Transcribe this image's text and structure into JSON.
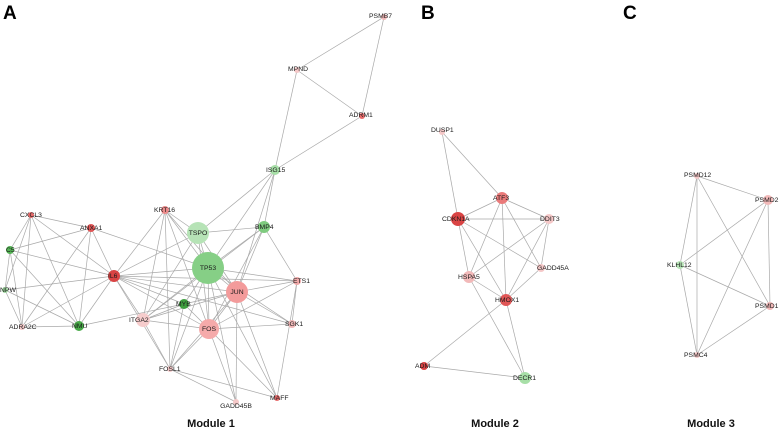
{
  "panels": [
    {
      "letter": "A",
      "module_label": "Module 1",
      "nodes": [
        {
          "id": "PSMB7",
          "label": "PSMB7",
          "color": "#f2b9b9"
        },
        {
          "id": "MPND",
          "label": "MPND",
          "color": "#f5c8c8"
        },
        {
          "id": "ADRM1",
          "label": "ADRM1",
          "color": "#e86a6a"
        },
        {
          "id": "ISG15",
          "label": "ISG15",
          "color": "#a7dfa7"
        },
        {
          "id": "CXCL3",
          "label": "CXCL3",
          "color": "#e86a6a"
        },
        {
          "id": "KRT16",
          "label": "KRT16",
          "color": "#ec8a8a"
        },
        {
          "id": "ANXA1",
          "label": "ANXA1",
          "color": "#e05656"
        },
        {
          "id": "C5",
          "label": "C5",
          "color": "#55b455"
        },
        {
          "id": "TSPO",
          "label": "TSPO",
          "color": "#b6e3b6"
        },
        {
          "id": "BMP4",
          "label": "BMP4",
          "color": "#7fcb7f"
        },
        {
          "id": "TP53",
          "label": "TP53",
          "color": "#86cf86"
        },
        {
          "id": "IL6",
          "label": "IL6",
          "color": "#d94444"
        },
        {
          "id": "ETS1",
          "label": "ETS1",
          "color": "#f0a9a9"
        },
        {
          "id": "NPW",
          "label": "NPW",
          "color": "#9fd89f"
        },
        {
          "id": "JUN",
          "label": "JUN",
          "color": "#f39b9b"
        },
        {
          "id": "MYB",
          "label": "MYB",
          "color": "#3e9e3e"
        },
        {
          "id": "ADRA2C",
          "label": "ADRA2C",
          "color": "#f5c8c8"
        },
        {
          "id": "NMU",
          "label": "NMU",
          "color": "#47a947"
        },
        {
          "id": "ITGA2",
          "label": "ITGA2",
          "color": "#f6cccc"
        },
        {
          "id": "SGK1",
          "label": "SGK1",
          "color": "#f2b9b9"
        },
        {
          "id": "FOS",
          "label": "FOS",
          "color": "#f5aaaa"
        },
        {
          "id": "FOSL1",
          "label": "FOSL1",
          "color": "#f5c8c8"
        },
        {
          "id": "GADD45B",
          "label": "GADD45B",
          "color": "#f5c8c8"
        },
        {
          "id": "MAFF",
          "label": "MAFF",
          "color": "#e86a6a"
        }
      ],
      "edges": [
        [
          "PSMB7",
          "MPND"
        ],
        [
          "PSMB7",
          "ADRM1"
        ],
        [
          "MPND",
          "ADRM1"
        ],
        [
          "MPND",
          "ISG15"
        ],
        [
          "ADRM1",
          "ISG15"
        ],
        [
          "ISG15",
          "TSPO"
        ],
        [
          "ISG15",
          "TP53"
        ],
        [
          "ISG15",
          "BMP4"
        ],
        [
          "ISG15",
          "JUN"
        ],
        [
          "CXCL3",
          "ANXA1"
        ],
        [
          "CXCL3",
          "C5"
        ],
        [
          "CXCL3",
          "IL6"
        ],
        [
          "CXCL3",
          "NPW"
        ],
        [
          "CXCL3",
          "ADRA2C"
        ],
        [
          "CXCL3",
          "NMU"
        ],
        [
          "ANXA1",
          "C5"
        ],
        [
          "ANXA1",
          "IL6"
        ],
        [
          "ANXA1",
          "NMU"
        ],
        [
          "ANXA1",
          "TP53"
        ],
        [
          "ANXA1",
          "ADRA2C"
        ],
        [
          "C5",
          "NPW"
        ],
        [
          "C5",
          "ADRA2C"
        ],
        [
          "C5",
          "NMU"
        ],
        [
          "C5",
          "IL6"
        ],
        [
          "NPW",
          "ADRA2C"
        ],
        [
          "NPW",
          "NMU"
        ],
        [
          "NPW",
          "IL6"
        ],
        [
          "ADRA2C",
          "NMU"
        ],
        [
          "ADRA2C",
          "IL6"
        ],
        [
          "NMU",
          "IL6"
        ],
        [
          "NMU",
          "MYB"
        ],
        [
          "IL6",
          "TP53"
        ],
        [
          "IL6",
          "TSPO"
        ],
        [
          "IL6",
          "KRT16"
        ],
        [
          "IL6",
          "JUN"
        ],
        [
          "IL6",
          "FOS"
        ],
        [
          "IL6",
          "ITGA2"
        ],
        [
          "IL6",
          "ETS1"
        ],
        [
          "IL6",
          "FOSL1"
        ],
        [
          "IL6",
          "MYB"
        ],
        [
          "IL6",
          "SGK1"
        ],
        [
          "KRT16",
          "TSPO"
        ],
        [
          "KRT16",
          "TP53"
        ],
        [
          "KRT16",
          "JUN"
        ],
        [
          "KRT16",
          "FOS"
        ],
        [
          "KRT16",
          "ITGA2"
        ],
        [
          "KRT16",
          "FOSL1"
        ],
        [
          "TSPO",
          "TP53"
        ],
        [
          "TSPO",
          "BMP4"
        ],
        [
          "TSPO",
          "JUN"
        ],
        [
          "TSPO",
          "FOS"
        ],
        [
          "TSPO",
          "ITGA2"
        ],
        [
          "BMP4",
          "TP53"
        ],
        [
          "BMP4",
          "JUN"
        ],
        [
          "BMP4",
          "ETS1"
        ],
        [
          "BMP4",
          "FOS"
        ],
        [
          "BMP4",
          "ITGA2"
        ],
        [
          "TP53",
          "JUN"
        ],
        [
          "TP53",
          "FOS"
        ],
        [
          "TP53",
          "ETS1"
        ],
        [
          "TP53",
          "MYB"
        ],
        [
          "TP53",
          "ITGA2"
        ],
        [
          "TP53",
          "SGK1"
        ],
        [
          "TP53",
          "FOSL1"
        ],
        [
          "TP53",
          "GADD45B"
        ],
        [
          "TP53",
          "MAFF"
        ],
        [
          "JUN",
          "FOS"
        ],
        [
          "JUN",
          "ETS1"
        ],
        [
          "JUN",
          "SGK1"
        ],
        [
          "JUN",
          "ITGA2"
        ],
        [
          "JUN",
          "FOSL1"
        ],
        [
          "JUN",
          "MAFF"
        ],
        [
          "JUN",
          "MYB"
        ],
        [
          "JUN",
          "GADD45B"
        ],
        [
          "FOS",
          "ITGA2"
        ],
        [
          "FOS",
          "SGK1"
        ],
        [
          "FOS",
          "FOSL1"
        ],
        [
          "FOS",
          "MAFF"
        ],
        [
          "FOS",
          "ETS1"
        ],
        [
          "FOS",
          "GADD45B"
        ],
        [
          "FOS",
          "MYB"
        ],
        [
          "ITGA2",
          "FOSL1"
        ],
        [
          "ITGA2",
          "MYB"
        ],
        [
          "FOSL1",
          "MAFF"
        ],
        [
          "FOSL1",
          "GADD45B"
        ],
        [
          "ETS1",
          "SGK1"
        ],
        [
          "ETS1",
          "MAFF"
        ],
        [
          "MYB",
          "FOSL1"
        ]
      ]
    },
    {
      "letter": "B",
      "module_label": "Module 2",
      "nodes": [
        {
          "id": "DUSP1",
          "label": "DUSP1",
          "color": "#f5c8c8"
        },
        {
          "id": "ATF3",
          "label": "ATF3",
          "color": "#ea7a7a"
        },
        {
          "id": "CDKN1A",
          "label": "CDKN1A",
          "color": "#d94444"
        },
        {
          "id": "DDIT3",
          "label": "DDIT3",
          "color": "#f5c8c8"
        },
        {
          "id": "GADD45A",
          "label": "GADD45A",
          "color": "#f5c8c8"
        },
        {
          "id": "HSPA5",
          "label": "HSPA5",
          "color": "#f2b9b9"
        },
        {
          "id": "HMOX1",
          "label": "HMOX1",
          "color": "#e05656"
        },
        {
          "id": "ADM",
          "label": "ADM",
          "color": "#d94444"
        },
        {
          "id": "DECR1",
          "label": "DECR1",
          "color": "#a7dfa7"
        }
      ],
      "edges": [
        [
          "DUSP1",
          "ATF3"
        ],
        [
          "DUSP1",
          "CDKN1A"
        ],
        [
          "ATF3",
          "CDKN1A"
        ],
        [
          "ATF3",
          "DDIT3"
        ],
        [
          "ATF3",
          "HSPA5"
        ],
        [
          "ATF3",
          "HMOX1"
        ],
        [
          "ATF3",
          "GADD45A"
        ],
        [
          "CDKN1A",
          "DDIT3"
        ],
        [
          "CDKN1A",
          "HSPA5"
        ],
        [
          "CDKN1A",
          "HMOX1"
        ],
        [
          "CDKN1A",
          "GADD45A"
        ],
        [
          "DDIT3",
          "HSPA5"
        ],
        [
          "DDIT3",
          "HMOX1"
        ],
        [
          "DDIT3",
          "GADD45A"
        ],
        [
          "HSPA5",
          "HMOX1"
        ],
        [
          "HSPA5",
          "DECR1"
        ],
        [
          "HMOX1",
          "GADD45A"
        ],
        [
          "HMOX1",
          "ADM"
        ],
        [
          "HMOX1",
          "DECR1"
        ],
        [
          "ADM",
          "DECR1"
        ]
      ]
    },
    {
      "letter": "C",
      "module_label": "Module 3",
      "nodes": [
        {
          "id": "PSMD12",
          "label": "PSMD12",
          "color": "#f5c8c8"
        },
        {
          "id": "PSMD2",
          "label": "PSMD2",
          "color": "#f2b9b9"
        },
        {
          "id": "KLHL12",
          "label": "KLHL12",
          "color": "#b6e3b6"
        },
        {
          "id": "PSMD1",
          "label": "PSMD1",
          "color": "#f2b9b9"
        },
        {
          "id": "PSMC4",
          "label": "PSMC4",
          "color": "#f5c8c8"
        }
      ],
      "edges": [
        [
          "PSMD12",
          "PSMD2"
        ],
        [
          "PSMD12",
          "KLHL12"
        ],
        [
          "PSMD12",
          "PSMD1"
        ],
        [
          "PSMD12",
          "PSMC4"
        ],
        [
          "PSMD2",
          "KLHL12"
        ],
        [
          "PSMD2",
          "PSMD1"
        ],
        [
          "PSMD2",
          "PSMC4"
        ],
        [
          "KLHL12",
          "PSMD1"
        ],
        [
          "KLHL12",
          "PSMC4"
        ],
        [
          "PSMD1",
          "PSMC4"
        ]
      ]
    }
  ]
}
